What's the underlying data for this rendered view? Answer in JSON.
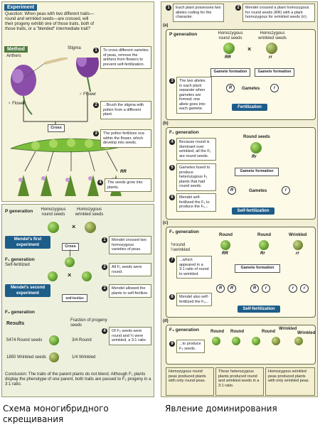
{
  "left_top": {
    "experiment_tag": "Experiment",
    "question": "Question: When peas with two different traits—round and wrinkled seeds—are crossed, will their progeny exhibit one of those traits, both of those traits, or a \"blended\" intermediate trait?",
    "method_label": "Method",
    "anthers_label": "Anthers",
    "stigma_label": "Stigma",
    "flower_female": "♀ Flower",
    "flower_male": "♂ Flower",
    "cross_label": "Cross",
    "step1": "To cross different varieties of peas, remove the anthers from flowers to prevent self-fertilization.",
    "step2": "...Brush the stigma with pollen from a different plant.",
    "step3": "The pollen fertilizes ova within the flower, which develop into seeds.",
    "step4": "The seeds grow into plants.",
    "rr_label": "RR"
  },
  "left_bottom": {
    "p_generation": "P generation",
    "homozygous_round": "Homozygous round seeds",
    "homozygous_wrinkled": "Homozygous wrinkled seeds",
    "mendels_first": "Mendel's first experiment",
    "step1": "Mendel crossed two homozygous varieties of peas.",
    "cross": "Cross",
    "f1_generation": "F₁ generation",
    "self_fertilized": "Self-fertilized",
    "step2": "All F₁ seeds were round.",
    "mendels_second": "Mendel's second experiment",
    "step3": "Mendel allowed the plants to self-fertilize.",
    "self_fert_btn": "Self-fertilize",
    "f2_generation": "F₂ generation",
    "results": "Results",
    "fraction_header": "Fraction of progeny seeds",
    "round_count": "5474 Round seeds",
    "wrinkled_count": "1850 Wrinkled seeds",
    "frac_round": "3/4 Round",
    "frac_wrinkled": "1/4 Wrinkled",
    "step4": "Of F₂ seeds were round and ¼ were wrinkled, a 3:1 ratio.",
    "conclusion": "Conclusion: The traits of the parent plants do not blend. Although F₁ plants display the phenotype of one parent, both traits are passed to F₂ progeny in a 3:1 ratio."
  },
  "right": {
    "a_label": "(a)",
    "top_box1": "Each plant possesses two alleles coding for the character.",
    "top_box2": "Mendel crossed a plant homozygous for round seeds (RR) with a plant homozygous for wrinkled seeds (rr).",
    "p_generation": "P generation",
    "hom_round": "Homozygous round seeds",
    "hom_wrinkled": "Homozygous wrinkled seeds",
    "rr_upper": "RR",
    "rr_lower": "rr",
    "gamete_formation": "Gamete formation",
    "gametes": "Gametes",
    "step3": "The two alleles in each plant separate when gametes are formed; one allele goes into each gamete.",
    "fertilization": "Fertilization",
    "b_label": "(b)",
    "f1_generation": "F₁ generation",
    "round_seeds": "Round seeds",
    "rr_hetero": "Rr",
    "step4": "Because round is dominant over wrinkled, all the F₁ are round seeds.",
    "step5": "Gametes fused to produce heterozygous F₁ plants that had round seeds.",
    "step6": "Mendel self-fertilized the F₁ to produce the F₂...",
    "self_fertilization": "Self-fertilization",
    "c_label": "(c)",
    "f2_generation": "F₂ generation",
    "round1": "Round",
    "round2": "Round",
    "wrinkled": "Wrinkled",
    "ratio_round": "¾round ¼wrinkled",
    "geno_RR": "RR",
    "geno_Rr": "Rr",
    "geno_rr": "rr",
    "step7": "...which appeared in a 3:1 ratio of round to wrinkled.",
    "step8": "Mendel also self-fertilized the F₂...",
    "d_label": "(d)",
    "f3_generation": "F₃ generation",
    "f3_round1": "Round",
    "f3_round2": "Round",
    "f3_round3": "Round",
    "f3_wrinkled1": "Wrinkled",
    "f3_wrinkled2": "Wrinkled",
    "step9": "...to produce F₃ seeds.",
    "bottom1": "Homozygous round peas produced plants with only round peas.",
    "bottom2": "These heterozygous plants produced round and wrinkled seeds in a 3:1 ratio.",
    "bottom3": "Homozygous wrinkled peas produced plants with only wrinkled peas."
  },
  "captions": {
    "left": "Схема моногибридного скрещивания",
    "right": "Явление доминирования"
  }
}
